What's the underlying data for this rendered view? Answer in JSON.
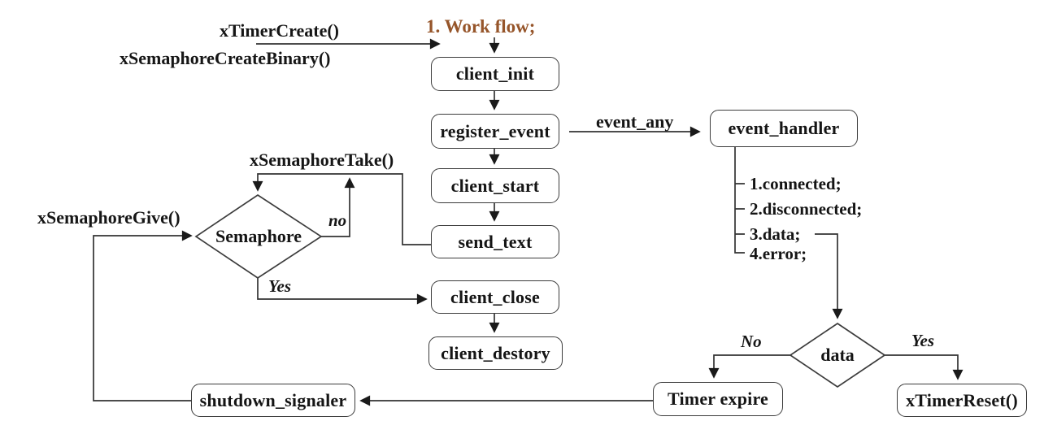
{
  "title": {
    "text": "1. Work flow;",
    "color": "#96552a"
  },
  "annotations": {
    "timer_create": "xTimerCreate()",
    "semaphore_create_binary": "xSemaphoreCreateBinary()",
    "event_any": "event_any",
    "semaphore_take": "xSemaphoreTake()",
    "semaphore_give": "xSemaphoreGive()",
    "semaphore_no": "no",
    "semaphore_yes": "Yes",
    "data_no": "No",
    "data_yes": "Yes"
  },
  "nodes": {
    "client_init": "client_init",
    "register_event": "register_event",
    "client_start": "client_start",
    "send_text": "send_text",
    "client_close": "client_close",
    "client_destory": "client_destory",
    "event_handler": "event_handler",
    "shutdown_signaler": "shutdown_signaler",
    "timer_expire": "Timer expire",
    "timer_reset": "xTimerReset()"
  },
  "decisions": {
    "semaphore": "Semaphore",
    "data": "data"
  },
  "event_list": [
    "1.connected;",
    "2.disconnected;",
    "3.data;",
    "4.error;"
  ],
  "colors": {
    "line": "#333333",
    "arrow": "#1a1a1a",
    "box_border": "#3c3c3c",
    "text": "#151515"
  }
}
